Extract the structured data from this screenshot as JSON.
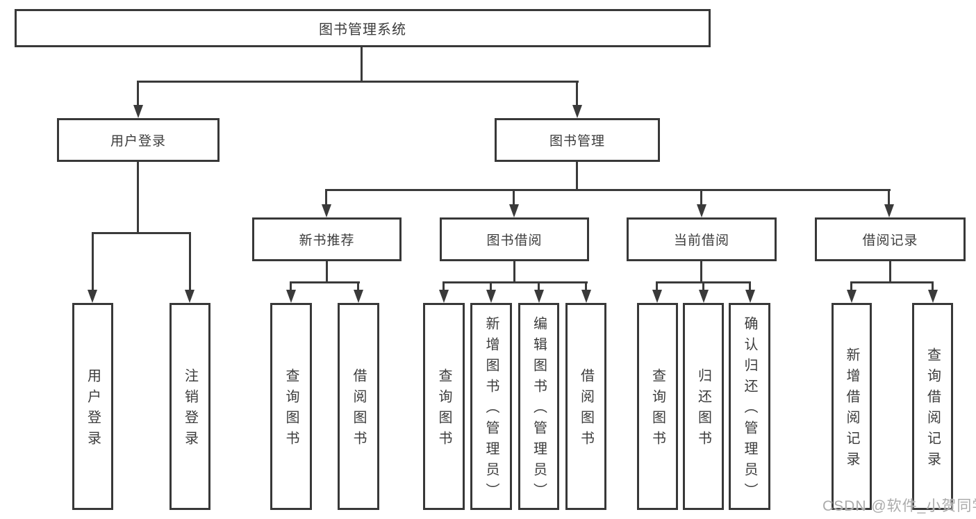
{
  "colors": {
    "line": "#3a3a3a",
    "node_border": "#383838",
    "node_background": "#ffffff",
    "text": "#3c3c3c",
    "watermark_text": "#ababab"
  },
  "diagram": {
    "title": "图书管理系统",
    "branches": [
      {
        "label": "用户登录",
        "children": [
          {
            "label": "用户登录"
          },
          {
            "label": "注销登录"
          }
        ]
      },
      {
        "label": "图书管理",
        "children": [
          {
            "label": "新书推荐",
            "children": [
              {
                "label": "查询图书"
              },
              {
                "label": "借阅图书"
              }
            ]
          },
          {
            "label": "图书借阅",
            "children": [
              {
                "label": "查询图书"
              },
              {
                "label": "新增图书（管理员）"
              },
              {
                "label": "编辑图书（管理员）"
              },
              {
                "label": "借阅图书"
              }
            ]
          },
          {
            "label": "当前借阅",
            "children": [
              {
                "label": "查询图书"
              },
              {
                "label": "归还图书"
              },
              {
                "label": "确认归还（管理员）"
              }
            ]
          },
          {
            "label": "借阅记录",
            "children": [
              {
                "label": "新增借阅记录"
              },
              {
                "label": "查询借阅记录"
              }
            ]
          }
        ]
      }
    ]
  },
  "watermark": {
    "text": "CSDN @软件_小贺同学"
  }
}
